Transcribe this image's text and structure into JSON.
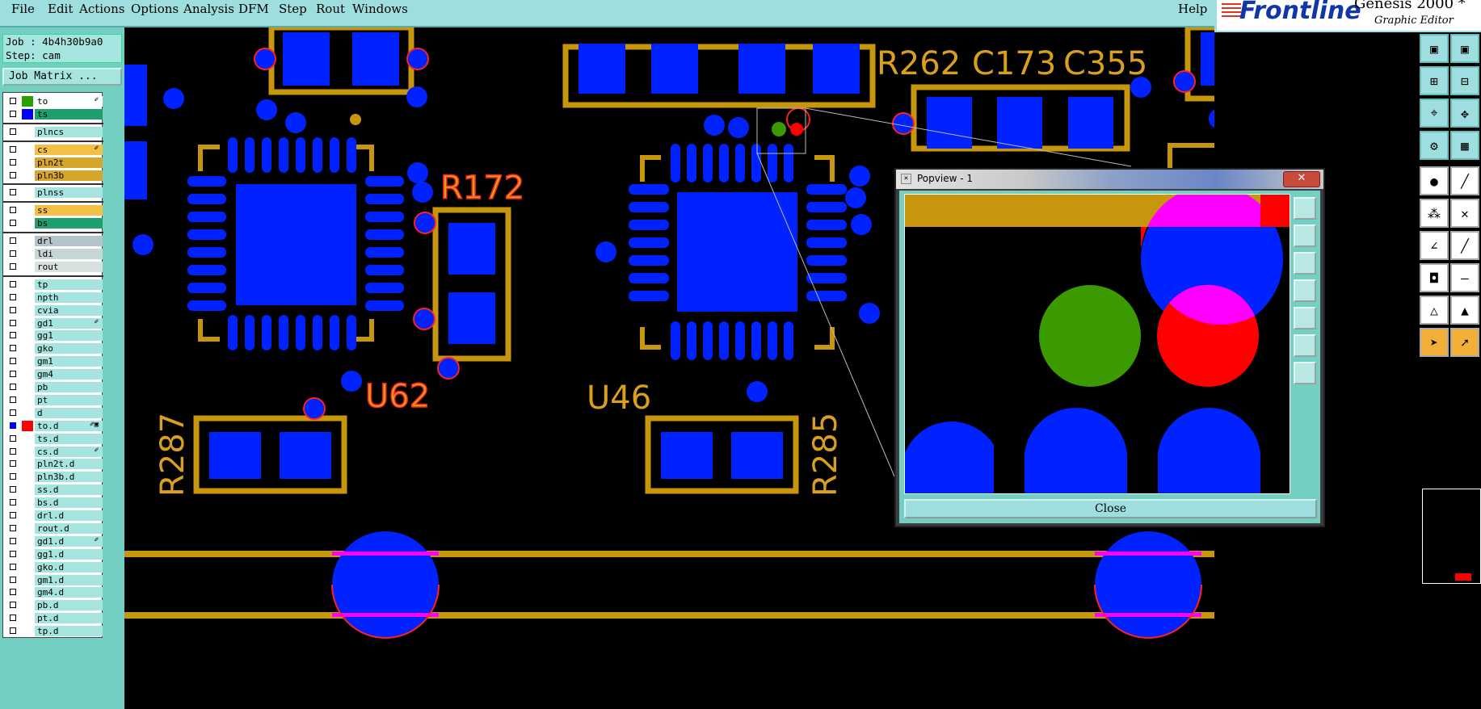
{
  "menubar": {
    "items": [
      "File",
      "Edit",
      "Actions",
      "Options",
      "Analysis",
      "DFM",
      "Step",
      "Rout",
      "Windows"
    ],
    "help": "Help"
  },
  "logo": {
    "brand": "Frontline",
    "product": "Genesis 2000 *",
    "subtitle": "Graphic Editor"
  },
  "left_panel": {
    "job": "Job : 4b4h30b9a0",
    "step": "Step: cam",
    "job_matrix_button": "Job Matrix ..."
  },
  "layers": [
    {
      "name": "to",
      "color": "#2aa000",
      "bg": "#ffffff",
      "mark": "✐",
      "checked": false
    },
    {
      "name": "ts",
      "color": "#0000ff",
      "bg": "#1e9f6e",
      "mark": "",
      "checked": false
    },
    {
      "name": "plncs",
      "color": "",
      "bg": "#a5e4df",
      "mark": "",
      "checked": false
    },
    {
      "name": "cs",
      "color": "",
      "bg": "#f3c045",
      "mark": "✐",
      "checked": false
    },
    {
      "name": "pln2t",
      "color": "",
      "bg": "#d7a528",
      "mark": "",
      "checked": false
    },
    {
      "name": "pln3b",
      "color": "",
      "bg": "#d7a528",
      "mark": "",
      "checked": false
    },
    {
      "name": "plnss",
      "color": "",
      "bg": "#a5e4df",
      "mark": "",
      "checked": false
    },
    {
      "name": "ss",
      "color": "",
      "bg": "#f3c045",
      "mark": "",
      "checked": false
    },
    {
      "name": "bs",
      "color": "",
      "bg": "#1e9f6e",
      "mark": "",
      "checked": false
    },
    {
      "name": "drl",
      "color": "",
      "bg": "#b4c4c8",
      "mark": "",
      "checked": false
    },
    {
      "name": "ldi",
      "color": "",
      "bg": "#c8d5d7",
      "mark": "",
      "checked": false
    },
    {
      "name": "rout",
      "color": "",
      "bg": "#d8e0e0",
      "mark": "",
      "checked": false
    },
    {
      "name": "tp",
      "color": "",
      "bg": "#a5e4df",
      "mark": "",
      "checked": false
    },
    {
      "name": "npth",
      "color": "",
      "bg": "#a5e4df",
      "mark": "",
      "checked": false
    },
    {
      "name": "cvia",
      "color": "",
      "bg": "#a5e4df",
      "mark": "",
      "checked": false
    },
    {
      "name": "gd1",
      "color": "",
      "bg": "#a5e4df",
      "mark": "✐",
      "checked": false
    },
    {
      "name": "gg1",
      "color": "",
      "bg": "#a5e4df",
      "mark": "",
      "checked": false
    },
    {
      "name": "gko",
      "color": "",
      "bg": "#a5e4df",
      "mark": "",
      "checked": false
    },
    {
      "name": "gm1",
      "color": "",
      "bg": "#a5e4df",
      "mark": "",
      "checked": false
    },
    {
      "name": "gm4",
      "color": "",
      "bg": "#a5e4df",
      "mark": "",
      "checked": false
    },
    {
      "name": "pb",
      "color": "",
      "bg": "#a5e4df",
      "mark": "",
      "checked": false
    },
    {
      "name": "pt",
      "color": "",
      "bg": "#a5e4df",
      "mark": "",
      "checked": false
    },
    {
      "name": "d",
      "color": "",
      "bg": "#a5e4df",
      "mark": "",
      "checked": false
    },
    {
      "name": "to.d",
      "color": "#ff0000",
      "bg": "#a5e4df",
      "mark": "✐▣",
      "checked": true
    },
    {
      "name": "ts.d",
      "color": "",
      "bg": "#a5e4df",
      "mark": "",
      "checked": false
    },
    {
      "name": "cs.d",
      "color": "",
      "bg": "#a5e4df",
      "mark": "✐",
      "checked": false
    },
    {
      "name": "pln2t.d",
      "color": "",
      "bg": "#a5e4df",
      "mark": "",
      "checked": false
    },
    {
      "name": "pln3b.d",
      "color": "",
      "bg": "#a5e4df",
      "mark": "",
      "checked": false
    },
    {
      "name": "ss.d",
      "color": "",
      "bg": "#a5e4df",
      "mark": "",
      "checked": false
    },
    {
      "name": "bs.d",
      "color": "",
      "bg": "#a5e4df",
      "mark": "",
      "checked": false
    },
    {
      "name": "drl.d",
      "color": "",
      "bg": "#a5e4df",
      "mark": "",
      "checked": false
    },
    {
      "name": "rout.d",
      "color": "",
      "bg": "#a5e4df",
      "mark": "",
      "checked": false
    },
    {
      "name": "gd1.d",
      "color": "",
      "bg": "#a5e4df",
      "mark": "✐",
      "checked": false
    },
    {
      "name": "gg1.d",
      "color": "",
      "bg": "#a5e4df",
      "mark": "",
      "checked": false
    },
    {
      "name": "gko.d",
      "color": "",
      "bg": "#a5e4df",
      "mark": "",
      "checked": false
    },
    {
      "name": "gm1.d",
      "color": "",
      "bg": "#a5e4df",
      "mark": "",
      "checked": false
    },
    {
      "name": "gm4.d",
      "color": "",
      "bg": "#a5e4df",
      "mark": "",
      "checked": false
    },
    {
      "name": "pb.d",
      "color": "",
      "bg": "#a5e4df",
      "mark": "",
      "checked": false
    },
    {
      "name": "pt.d",
      "color": "",
      "bg": "#a5e4df",
      "mark": "",
      "checked": false
    },
    {
      "name": "tp.d",
      "color": "",
      "bg": "#a5e4df",
      "mark": "",
      "checked": false
    }
  ],
  "canvas": {
    "labels": [
      "R172",
      "U62",
      "U46",
      "R287",
      "R285",
      "R262",
      "C173",
      "C355"
    ]
  },
  "popview": {
    "title": "Popview - 1",
    "close_x": "✕",
    "close_button": "Close"
  },
  "colors": {
    "pad": "#0022ff",
    "silk": "#c8960c",
    "drill_hit": "#ff0000",
    "overlap": "#ff00ff",
    "top_layer": "#3a9a00",
    "panel": "#72cfc2",
    "menubar": "#9fdede"
  },
  "toolbar_icons": [
    "snap-icon",
    "zoom-in-icon",
    "zoom-out-icon",
    "pan-icon",
    "fit-icon",
    "ruler-icon",
    "grid-icon",
    "select-icon",
    "measure-icon",
    "line-icon",
    "arc-icon",
    "pointer-icon"
  ]
}
